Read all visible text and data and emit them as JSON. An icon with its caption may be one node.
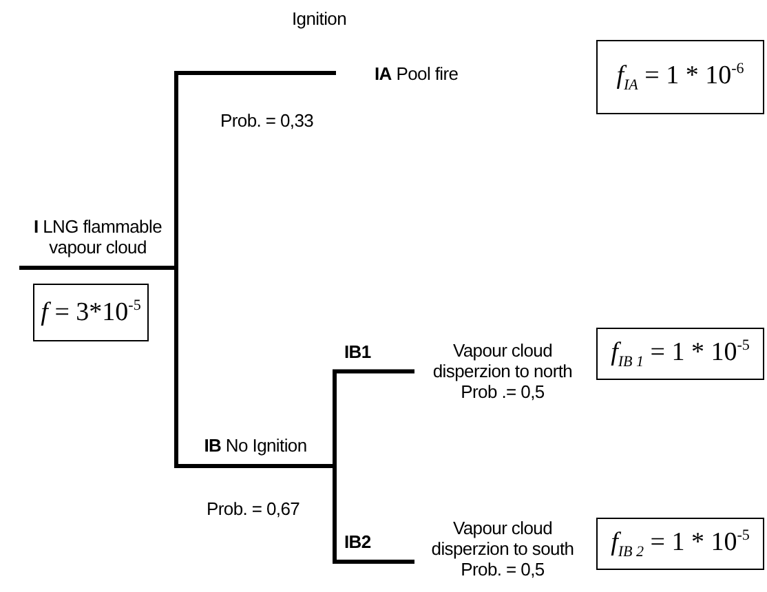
{
  "diagram": {
    "nodes": [
      {
        "text": [
          "**I** LNG flammable vapour cloud"
        ]
      },
      {
        "text": [
          "*f* = 3*10$^{-5}$"
        ]
      },
      {
        "text": [
          "**IA** Pool fire"
        ]
      },
      {
        "text": [
          "*f*$_{IA}$ = 1 * 10$^{-6}$"
        ]
      },
      {
        "text": [
          "**IB** No Ignition"
        ]
      },
      {
        "text": [
          "Vapour cloud disperzion to north",
          "Prob .= 0,5"
        ]
      },
      {
        "text": [
          "*f*$_{IB 1}$ = 1 * 10$^{-5}$"
        ]
      },
      {
        "text": [
          "Vapour cloud disperzion to south",
          "Prob. = 0,5"
        ]
      },
      {
        "text": [
          "*f*$_{IB 2}$ = 1 * 10$^{-5}$"
        ]
      }
    ],
    "edges": [
      {
        "from": 0,
        "to": 2,
        "arrow": "none"
      },
      {
        "from": 0,
        "to": 4,
        "arrow": "none"
      },
      {
        "from": 4,
        "to": 5,
        "arrow": "none",
        "label": "IB1"
      },
      {
        "from": 4,
        "to": 7,
        "arrow": "none",
        "label": "IB2"
      }
    ],
    "labels": [
      "Ignition",
      "Prob. = 0,33",
      "Prob. = 0,67"
    ]
  }
}
